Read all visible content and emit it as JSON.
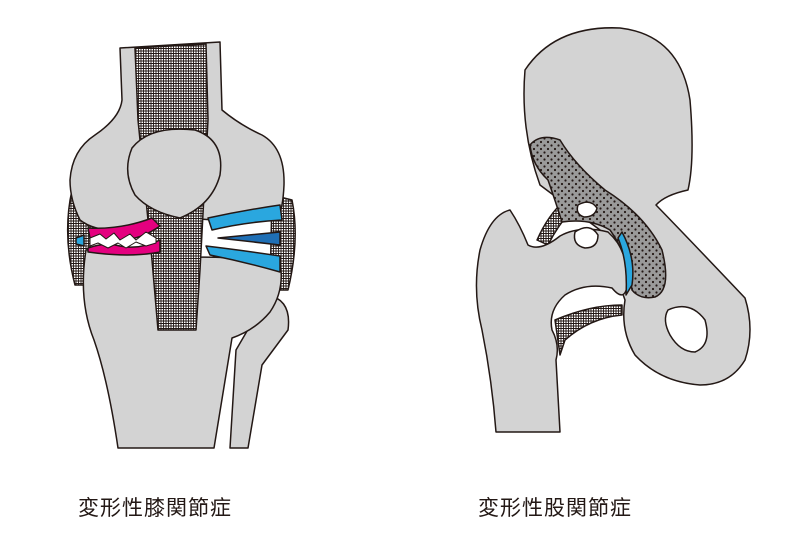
{
  "figures": [
    {
      "id": "knee",
      "caption": "変形性膝関節症"
    },
    {
      "id": "hip",
      "caption": "変形性股関節症"
    }
  ],
  "colors": {
    "bone": "#d3d3d3",
    "outline": "#231815",
    "cartilage": "#2aa7df",
    "cartilage_dark": "#1f6fb5",
    "damaged_cartilage": "#e4007f",
    "stipple": "#8c8c8c"
  }
}
